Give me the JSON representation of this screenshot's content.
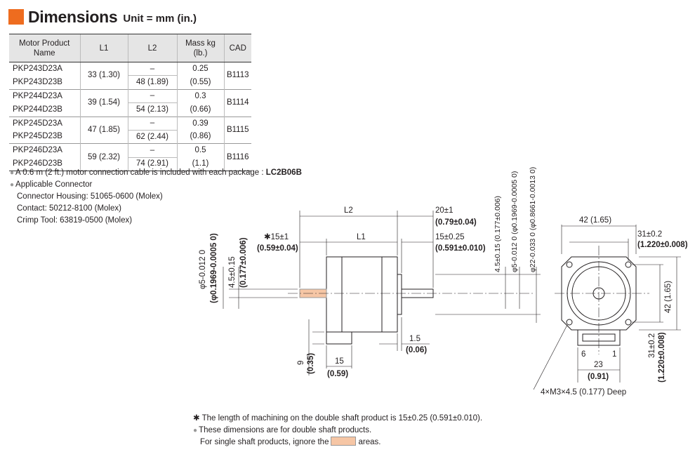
{
  "header": {
    "title": "Dimensions",
    "unit": "Unit = mm (in.)"
  },
  "table": {
    "headers": [
      "Motor Product Name",
      "L1",
      "L2",
      "Mass kg (lb.)",
      "CAD"
    ],
    "groups": [
      {
        "model_a": "PKP243D23A",
        "model_b": "PKP243D23B",
        "l1": "33 (1.30)",
        "l2_a": "–",
        "l2_b": "48 (1.89)",
        "mass_a": "0.25",
        "mass_b": "(0.55)",
        "cad": "B1113"
      },
      {
        "model_a": "PKP244D23A",
        "model_b": "PKP244D23B",
        "l1": "39 (1.54)",
        "l2_a": "–",
        "l2_b": "54 (2.13)",
        "mass_a": "0.3",
        "mass_b": "(0.66)",
        "cad": "B1114"
      },
      {
        "model_a": "PKP245D23A",
        "model_b": "PKP245D23B",
        "l1": "47 (1.85)",
        "l2_a": "–",
        "l2_b": "62 (2.44)",
        "mass_a": "0.39",
        "mass_b": "(0.86)",
        "cad": "B1115"
      },
      {
        "model_a": "PKP246D23A",
        "model_b": "PKP246D23B",
        "l1": "59 (2.32)",
        "l2_a": "–",
        "l2_b": "74 (2.91)",
        "mass_a": "0.5",
        "mass_b": "(1.1)",
        "cad": "B1116"
      }
    ]
  },
  "notes": {
    "cable_text": "A 0.6 m (2 ft.) motor connection cable is included with each package : ",
    "cable_code": "LC2B06B",
    "connector_title": "Applicable Connector",
    "housing": "Connector Housing: 51065-0600 (Molex)",
    "contact": "Contact: 50212-8100 (Molex)",
    "crimp": "Crimp Tool: 63819-0500 (Molex)"
  },
  "drawing": {
    "l2": "L2",
    "l1": "L1",
    "d20": "20±1",
    "d20_in": "(0.79±0.04)",
    "d15_star": "✱15±1",
    "d15_star_in": "(0.59±0.04)",
    "d15": "15±0.25",
    "d15_in": "(0.591±0.010)",
    "d42": "42 (1.65)",
    "d31": "31±0.2",
    "d31_in": "(1.220±0.008)",
    "d42_side": "42 (1.65)",
    "d31_side": "31±0.2",
    "d31_side_in": "(1.220±0.008)",
    "d15b": "1.5",
    "d15b_in": "(0.06)",
    "d9": "9",
    "d9_in": "(0.35)",
    "d15c": "15",
    "d15c_in": "(0.59)",
    "d23": "23",
    "d23_in": "(0.91)",
    "pin6": "6",
    "pin1": "1",
    "shaft_left": "φ5-0.012 0",
    "shaft_left_in": "(φ0.1969-0.0005 0)",
    "flat_left": "4.5±0.15",
    "flat_left_in": "(0.177±0.006)",
    "flat_r": "4.5±0.15 (0.177±0.006)",
    "shaft_r": "φ5-0.012 0 (φ0.1969-0.0005 0)",
    "pilot_r": "φ22-0.033 0 (φ0.8661-0.0013 0)",
    "tap": "4×M3×4.5 (0.177) Deep"
  },
  "footer": {
    "line1": "✱ The length of machining on the double shaft product is 15±0.25 (0.591±0.010).",
    "line2": "These dimensions are for double shaft products.",
    "line3a": "For single shaft products, ignore the",
    "line3b": "areas."
  },
  "colors": {
    "accent": "#ee6c1f",
    "double_shaft": "#f6c6a5"
  }
}
